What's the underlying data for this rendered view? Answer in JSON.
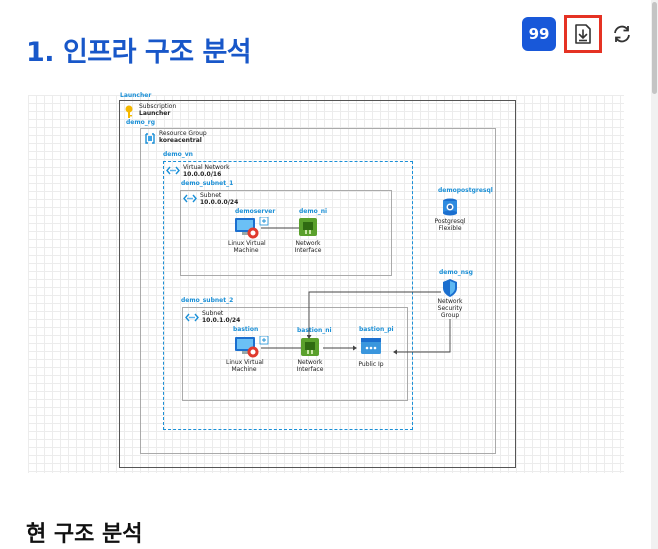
{
  "header": {
    "title": "1. 인프라 구조 분석",
    "badge": "99",
    "download_icon": "download-icon",
    "refresh_icon": "refresh-icon"
  },
  "diagram": {
    "launcher": "Launcher",
    "subscription": {
      "type": "Subscription",
      "name": "Launcher"
    },
    "resource_group": {
      "id": "demo_rg",
      "type": "Resource Group",
      "name": "koreacentral"
    },
    "vnet": {
      "id": "demo_vn",
      "type": "Virtual Network",
      "cidr": "10.0.0.0/16"
    },
    "subnet1": {
      "id": "demo_subnet_1",
      "type": "Subnet",
      "cidr": "10.0.0.0/24"
    },
    "subnet2": {
      "id": "demo_subnet_2",
      "type": "Subnet",
      "cidr": "10.0.1.0/24"
    },
    "demoserver": {
      "id": "demoserver",
      "label1": "Linux Virtual",
      "label2": "Machine"
    },
    "demo_ni": {
      "id": "demo_ni",
      "label1": "Network",
      "label2": "Interface"
    },
    "bastion": {
      "id": "bastion",
      "label1": "Linux Virtual",
      "label2": "Machine"
    },
    "bastion_ni": {
      "id": "bastion_ni",
      "label1": "Network",
      "label2": "Interface"
    },
    "bastion_pi": {
      "id": "bastion_pi",
      "label1": "Public Ip"
    },
    "postgres": {
      "id": "demopostgresql",
      "label1": "Postgresql",
      "label2": "Flexible"
    },
    "nsg": {
      "id": "demo_nsg",
      "label1": "Network",
      "label2": "Security",
      "label3": "Group"
    }
  },
  "section": {
    "title": "현 구조 분석"
  }
}
